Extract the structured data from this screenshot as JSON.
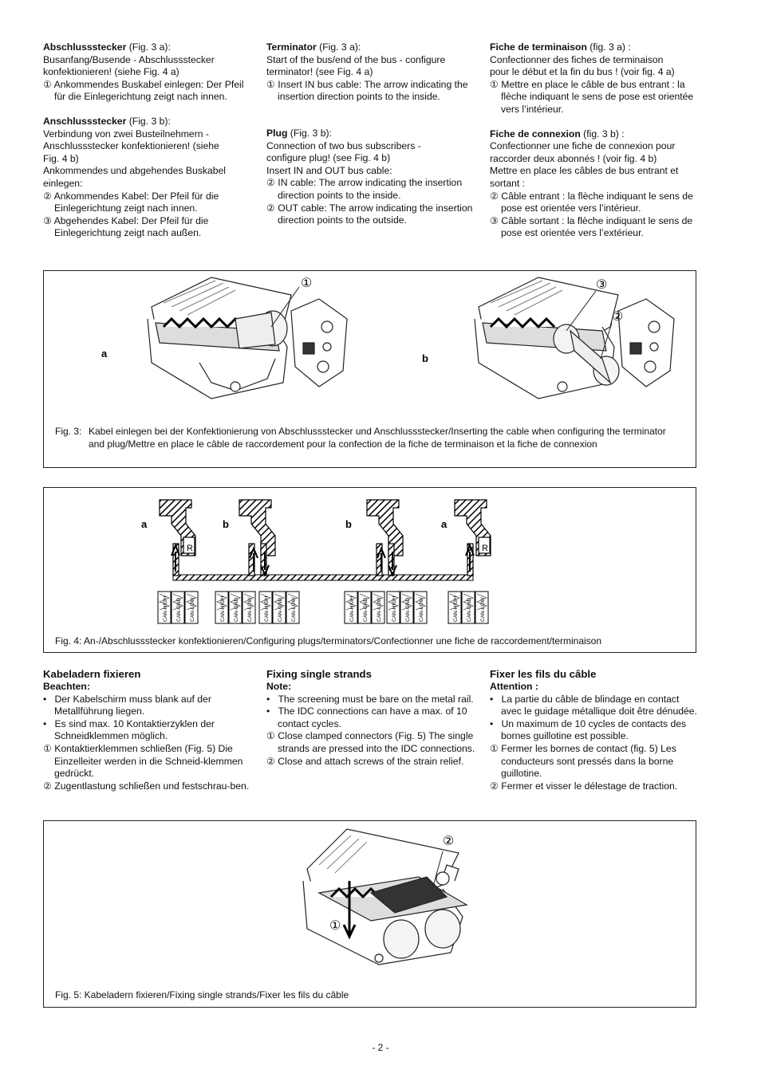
{
  "sections_top": {
    "de": {
      "block1_title": "Abschlussstecker",
      "block1_ref": " (Fig. 3 a):",
      "block1_lines": [
        "Busanfang/Busende - Abschlussstecker",
        "konfektionieren! (siehe Fig. 4 a)"
      ],
      "block1_step": "① Ankommendes Buskabel einlegen: Der Pfeil für die Einlegerichtung zeigt nach innen.",
      "block2_title": "Anschlussstecker",
      "block2_ref": " (Fig. 3 b):",
      "block2_lines": [
        "Verbindung von zwei Busteilnehmern -",
        "Anschlussstecker konfektionieren! (siehe",
        "Fig. 4 b)",
        "Ankommendes  und abgehendes Buskabel",
        "einlegen:"
      ],
      "block2_step1": "② Ankommendes Kabel: Der Pfeil für die Einlegerichtung zeigt nach innen.",
      "block2_step2": "③ Abgehendes Kabel: Der Pfeil für die Einlegerichtung zeigt nach außen."
    },
    "en": {
      "block1_title": "Terminator",
      "block1_ref": " (Fig. 3 a):",
      "block1_lines": [
        "Start of the bus/end of the bus - configure",
        "terminator! (see Fig. 4 a)"
      ],
      "block1_step": "① Insert IN bus cable: The arrow indicating the insertion direction points to the inside.",
      "block2_title": "Plug",
      "block2_ref": " (Fig. 3 b):",
      "block2_lines": [
        "Connection of two bus subscribers -",
        "configure plug! (see Fig. 4 b)",
        "Insert IN and OUT bus cable:"
      ],
      "block2_step1": "② IN cable: The arrow indicating the insertion direction points to the inside.",
      "block2_step2": "② OUT cable: The arrow indicating the insertion direction points to the outside."
    },
    "fr": {
      "block1_title": "Fiche de terminaison",
      "block1_ref": " (fig. 3 a) :",
      "block1_lines": [
        "Confectionner des fiches de terminaison",
        "pour le début et la fin du bus ! (voir fig. 4 a)"
      ],
      "block1_step": "① Mettre en place le câble de bus entrant : la flèche indiquant le sens de pose est orientée vers l’intérieur.",
      "block2_title": "Fiche de connexion",
      "block2_ref": " (fig. 3 b) :",
      "block2_lines": [
        "Confectionner une fiche de connexion pour",
        "raccorder deux abonnés ! (voir fig. 4 b)",
        "Mettre en place les câbles de bus entrant et",
        "sortant :"
      ],
      "block2_step1": "② Câble entrant : la flèche indiquant le sens de pose est orientée vers l’intérieur.",
      "block2_step2": "③ Câble sortant : la flèche indiquant le sens de pose est orientée vers l’extérieur."
    }
  },
  "fig3": {
    "label_a": "a",
    "label_b": "b",
    "callout_1": "①",
    "callout_2": "②",
    "callout_3": "③",
    "caption_num": "Fig. 3:",
    "caption_text": "Kabel einlegen bei der Konfektionierung von Abschlussstecker und Anschlussstecker/Inserting the cable when configuring the terminator and plug/Mettre en place le câble de raccordement pour la confection de la fiche de terminaison et la fiche de connexion"
  },
  "fig4": {
    "labels": [
      "a",
      "b",
      "b",
      "a"
    ],
    "resistor": "R",
    "terminals": [
      "CAN-HIGH",
      "CAN-GND",
      "CAN-LOW"
    ],
    "caption": "Fig. 4:  An-/Abschlussstecker konfektionieren/Configuring plugs/terminators/Confectionner une fiche de raccordement/terminaison"
  },
  "sections_mid": {
    "de": {
      "heading": "Kabeladern fixieren",
      "note": "Beachten:",
      "bullets": [
        "Der Kabelschirm muss blank auf der Metallführung liegen.",
        "Es sind max. 10 Kontaktierzyklen der Schneidklemmen möglich."
      ],
      "step1": "① Kontaktierklemmen schließen (Fig. 5) Die Einzelleiter werden in die Schneid-klemmen gedrückt.",
      "step2": "② Zugentlastung schließen und festschrau-ben."
    },
    "en": {
      "heading": "Fixing single strands",
      "note": "Note:",
      "bullets": [
        "The screening must be bare on the metal rail.",
        "The IDC connections can have a max. of 10 contact cycles."
      ],
      "step1": "① Close clamped connectors (Fig. 5) The single strands are pressed into the IDC connections.",
      "step2": "② Close and attach screws of the strain relief."
    },
    "fr": {
      "heading": "Fixer les fils du câble",
      "note": "Attention :",
      "bullets": [
        "La partie du câble de blindage en contact avec le guidage métallique doit être dénudée.",
        "Un maximum de 10 cycles de contacts des bornes guillotine est possible."
      ],
      "step1": "① Fermer les bornes de contact (fig. 5) Les conducteurs sont pressés dans la borne guillotine.",
      "step2": "② Fermer et visser le délestage de traction."
    }
  },
  "fig5": {
    "callout_1": "①",
    "callout_2": "②",
    "caption": "Fig. 5:  Kabeladern fixieren/Fixing single strands/Fixer les fils du câble"
  },
  "page_number": "- 2 -"
}
